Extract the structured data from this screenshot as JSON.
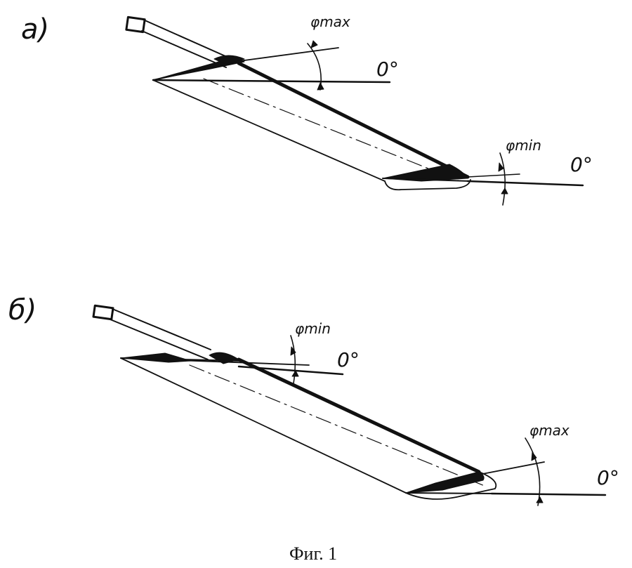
{
  "figure": {
    "colors": {
      "ink": "#111111",
      "paper": "#ffffff"
    },
    "panel_a": {
      "label": "a)",
      "angle_top_label": "φmax",
      "angle_top_zero": "0°",
      "angle_bottom_label": "φmin",
      "angle_bottom_zero": "0°"
    },
    "panel_b": {
      "label": "б)",
      "angle_top_label": "φmin",
      "angle_top_zero": "0°",
      "angle_bottom_label": "φmax",
      "angle_bottom_zero": "0°"
    },
    "caption": "Фиг. 1"
  }
}
